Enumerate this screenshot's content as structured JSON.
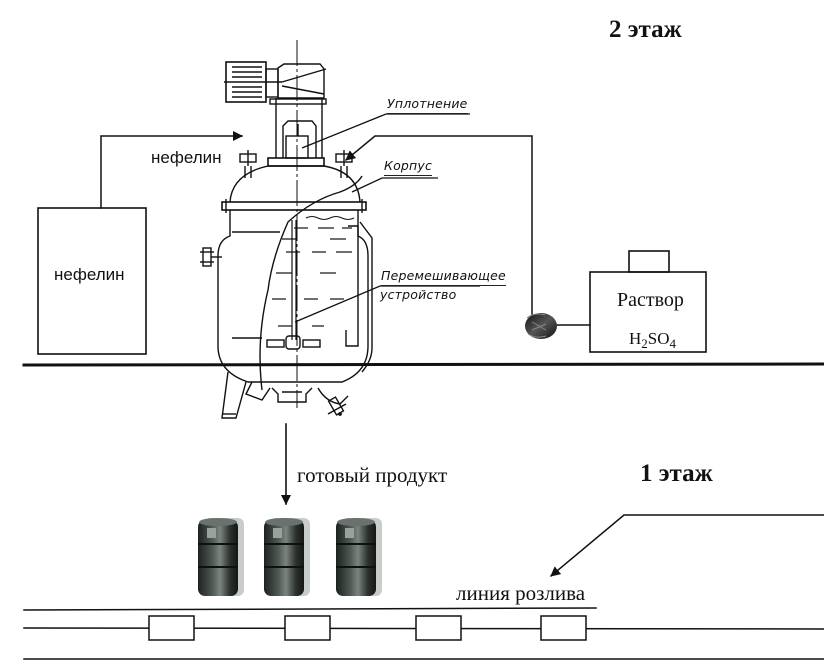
{
  "floors": {
    "upper": "2 этаж",
    "lower": "1 этаж"
  },
  "nepheline_hopper": {
    "label": "нефелин"
  },
  "nepheline_feed": {
    "label": "нефелин"
  },
  "reactor": {
    "callouts": {
      "seal": "Уплотнение",
      "body": "Корпус",
      "mixer_line1": "Перемешивающее",
      "mixer_line2": "устройство"
    }
  },
  "acid_tank": {
    "label": "Раствор",
    "formula_parts": [
      "H",
      "2",
      "SO",
      "4"
    ]
  },
  "product_flow": {
    "label": "готовый продукт"
  },
  "filling_line": {
    "label": "линия розлива",
    "station_count": 4
  },
  "barrels": {
    "count": 3
  },
  "colors": {
    "ink": "#111111",
    "barrel_dark": "#2a302c",
    "barrel_mid": "#5d6660"
  }
}
